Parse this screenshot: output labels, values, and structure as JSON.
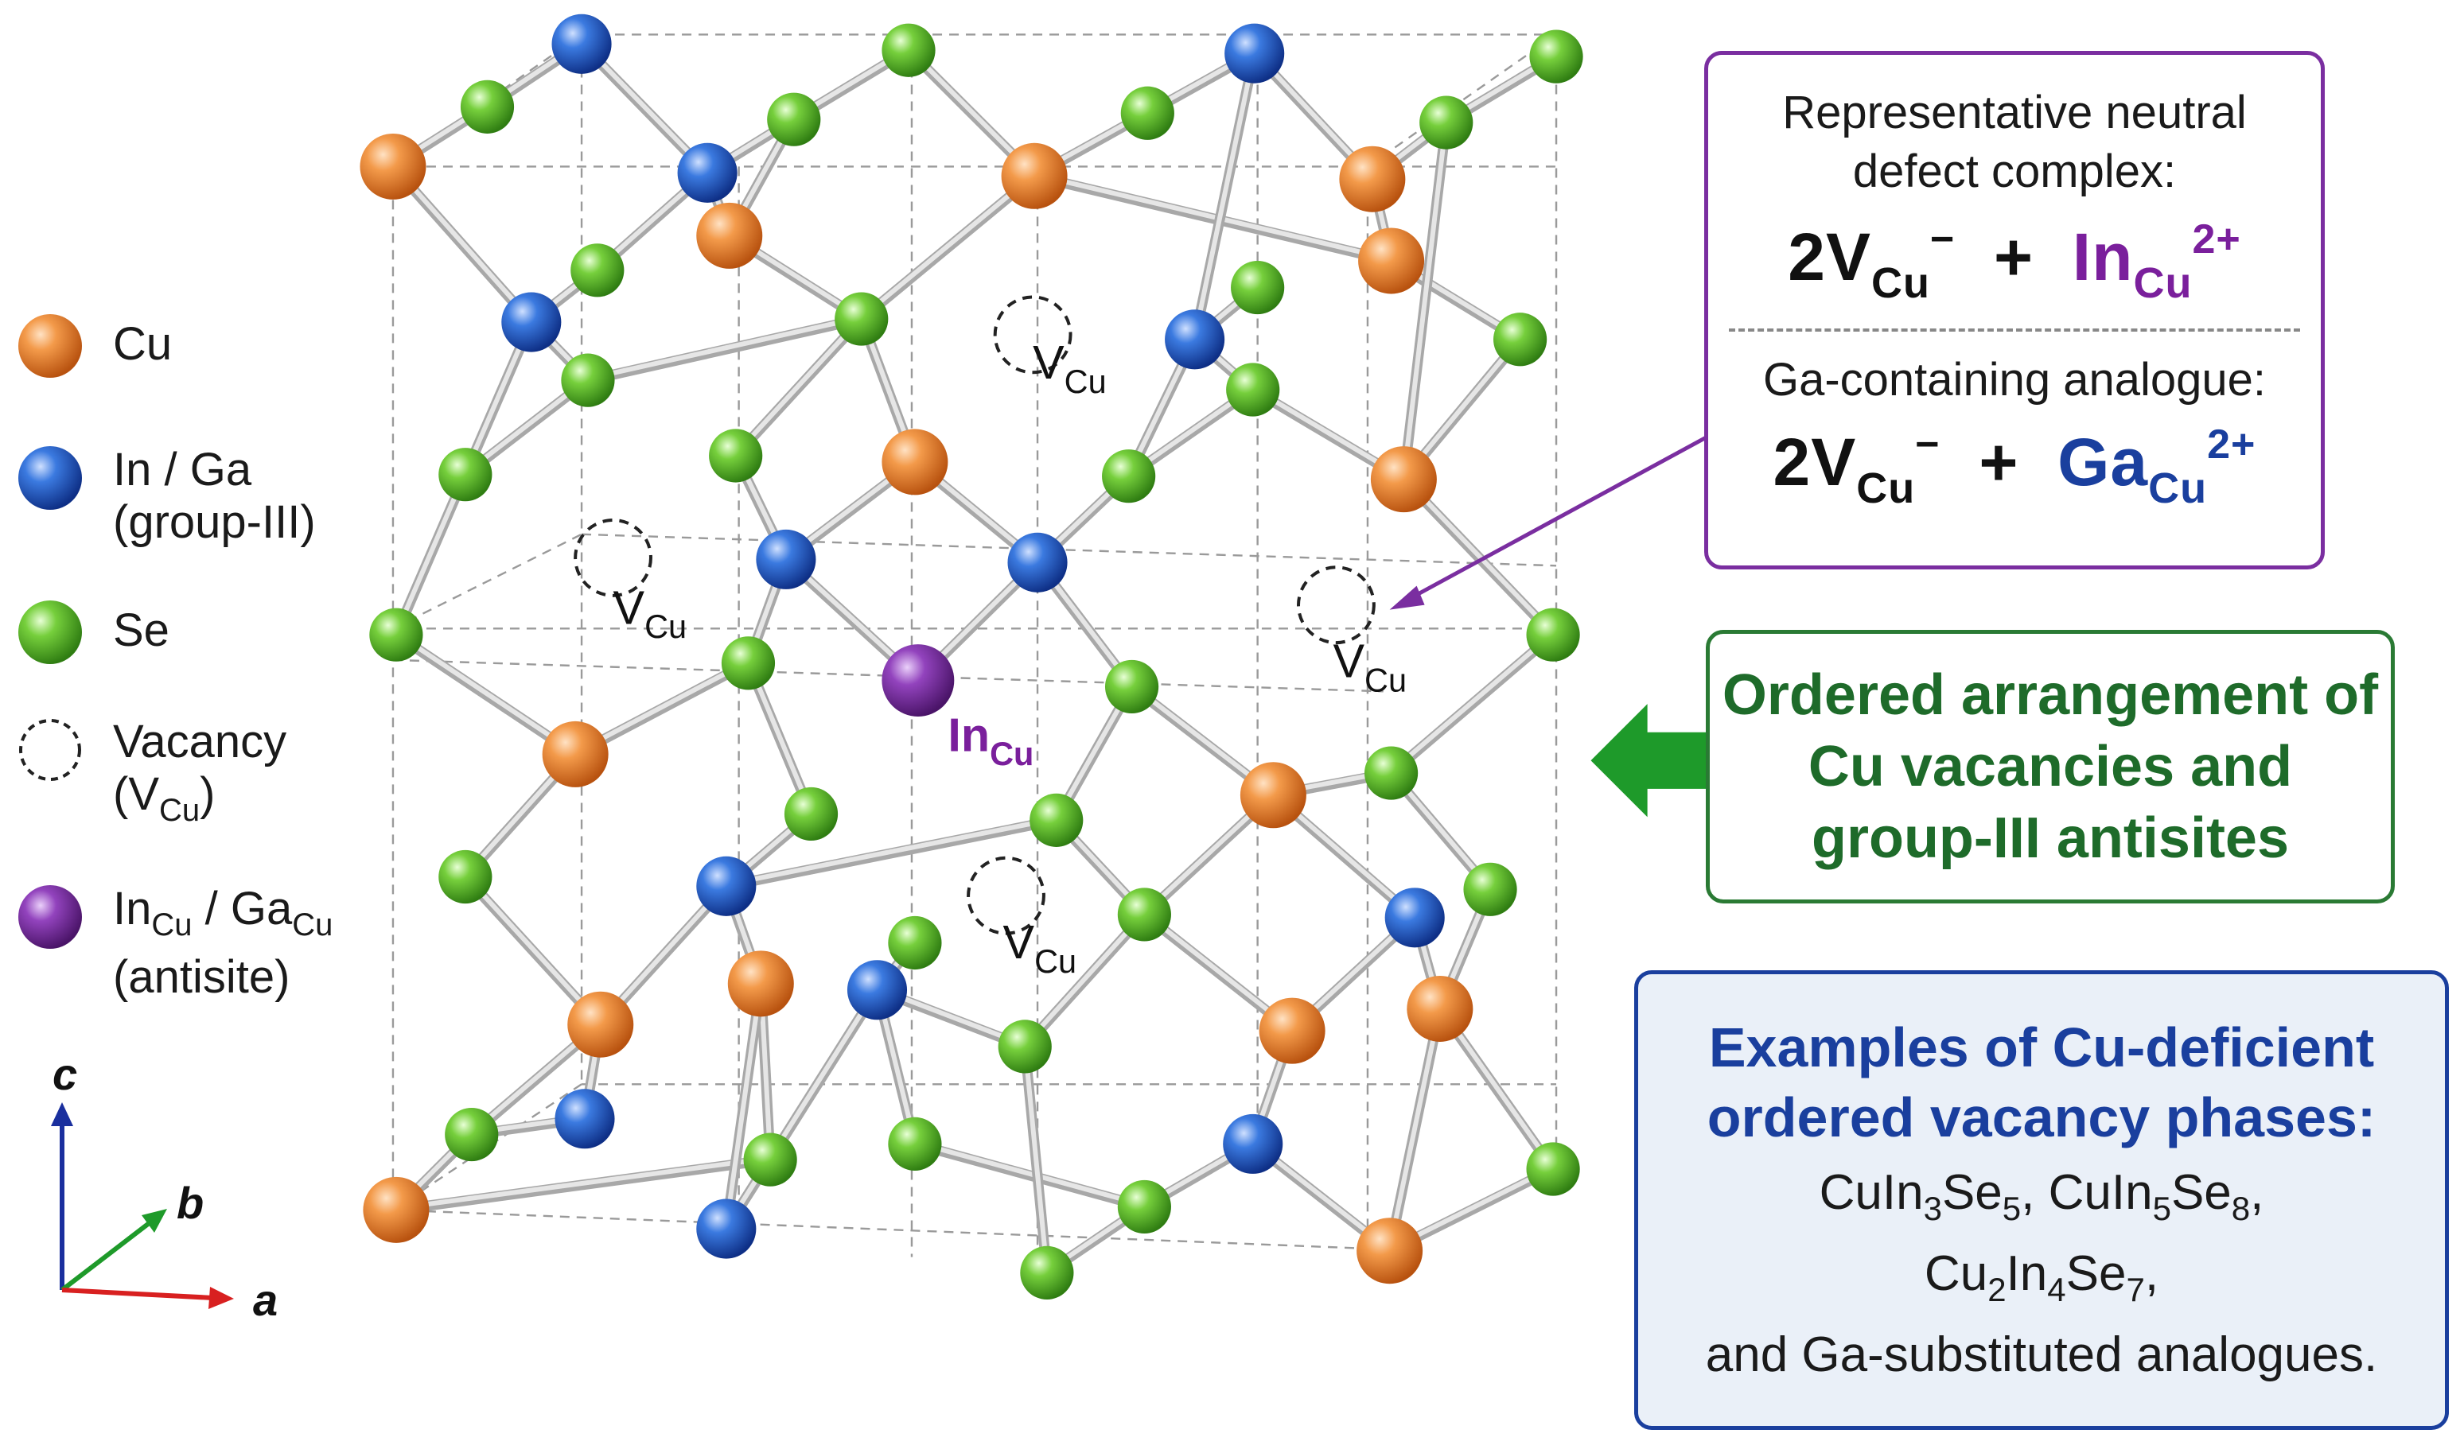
{
  "legend": [
    {
      "key": "cu",
      "label": "Cu",
      "color": "#e8772a"
    },
    {
      "key": "in_ga",
      "label": "In / Ga",
      "label2": "(group-III)",
      "color": "#1e58c8"
    },
    {
      "key": "se",
      "label": "Se",
      "color": "#5cb82c"
    },
    {
      "key": "vacancy",
      "label": "Vacancy",
      "label2_main": "(V",
      "label2_sub": "Cu",
      "label2_end": ")"
    },
    {
      "key": "antisite",
      "label_a": "In",
      "label_a_sub": "Cu",
      "label_sep": " / Ga",
      "label_b_sub": "Cu",
      "label2": "(antisite)",
      "color": "#7b2fa0"
    }
  ],
  "crystal_labels": {
    "vacancy_main": "V",
    "vacancy_sub": "Cu",
    "antisite_main": "In",
    "antisite_sub": "Cu"
  },
  "axes": {
    "c": "c",
    "b": "b",
    "a": "a"
  },
  "defect_box": {
    "caption_line1": "Representative neutral",
    "caption_line2": "defect complex:",
    "formula1": {
      "coef": "2V",
      "sub": "Cu",
      "charge": "−",
      "plus": "+",
      "right": "In",
      "right_sub": "Cu",
      "right_sup": "2+"
    },
    "caption2": "Ga-containing analogue:",
    "formula2": {
      "coef": "2V",
      "sub": "Cu",
      "charge": "−",
      "plus": "+",
      "right": "Ga",
      "right_sub": "Cu",
      "right_sup": "2+"
    }
  },
  "ordered_box": {
    "line1": "Ordered arrangement of",
    "line2": "Cu vacancies and",
    "line3": "group-III antisites"
  },
  "examples_box": {
    "head1": "Examples of Cu-deficient",
    "head2": "ordered vacancy phases:",
    "f1": {
      "a": "CuIn",
      "a_sub": "3",
      "b": "Se",
      "b_sub": "5"
    },
    "sep": ", ",
    "f2": {
      "a": "CuIn",
      "a_sub": "5",
      "b": "Se",
      "b_sub": "8",
      "end": ","
    },
    "f3": {
      "a": "Cu",
      "a_sub": "2",
      "b": "In",
      "b_sub": "4",
      "c": "Se",
      "c_sub": "7",
      "end": ","
    },
    "tail": "and Ga-substituted analogues."
  },
  "colors": {
    "cu": "#e8772a",
    "in_ga": "#1e58c8",
    "se": "#5cb82c",
    "antisite": "#7b2fa0",
    "bond": "#c9c9c9",
    "arrow_green": "#1e9a2a",
    "arrow_purple": "#7a2ea0"
  }
}
